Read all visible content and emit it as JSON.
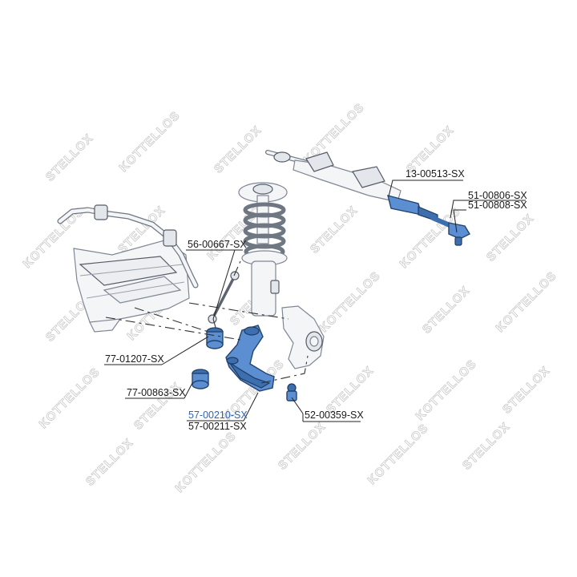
{
  "watermark": {
    "brand_a": "STELLOX",
    "brand_b": "KOTTELLOS"
  },
  "parts": [
    {
      "id": "rack",
      "label": "13-00513-SX",
      "highlight": false
    },
    {
      "id": "tie_rod_end_1",
      "label": "51-00806-SX",
      "highlight": false
    },
    {
      "id": "tie_rod_end_2",
      "label": "51-00808-SX",
      "highlight": false
    },
    {
      "id": "stabilizer_link",
      "label": "56-00667-SX",
      "highlight": false
    },
    {
      "id": "bushing_rear",
      "label": "77-01207-SX",
      "highlight": false
    },
    {
      "id": "bushing_front",
      "label": "77-00863-SX",
      "highlight": false
    },
    {
      "id": "control_arm_1",
      "label": "57-00210-SX",
      "highlight": true
    },
    {
      "id": "control_arm_2",
      "label": "57-00211-SX",
      "highlight": false
    },
    {
      "id": "ball_joint",
      "label": "52-00359-SX",
      "highlight": false
    }
  ],
  "colors": {
    "highlight_part": "#5b8fd1",
    "highlight_label": "#2f63b6",
    "watermark": "#c9c9c9"
  }
}
